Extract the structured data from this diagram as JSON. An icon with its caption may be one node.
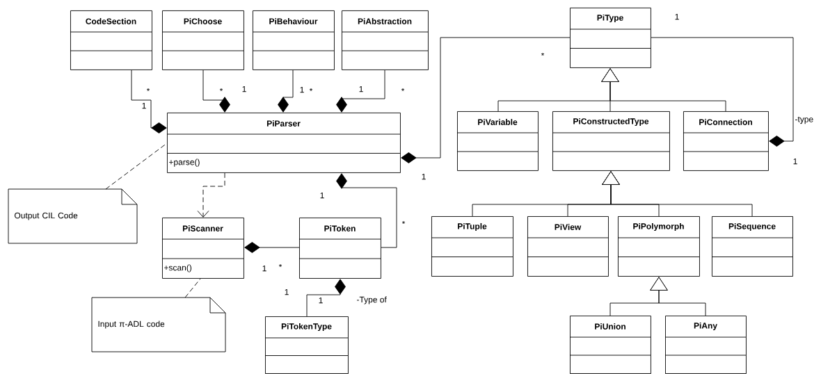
{
  "diagram": {
    "nodes": [
      {
        "text": [
          "CodeSection"
        ]
      },
      {
        "text": [
          "PiChoose"
        ]
      },
      {
        "text": [
          "PiBehaviour"
        ]
      },
      {
        "text": [
          "PiAbstraction"
        ]
      },
      {
        "text": [
          "PiType"
        ]
      },
      {
        "text": [
          "PiParser",
          "+parse()"
        ]
      },
      {
        "text": [
          "PiVariable"
        ]
      },
      {
        "text": [
          "PiConstructedType"
        ]
      },
      {
        "text": [
          "PiConnection"
        ]
      },
      {
        "text": [
          "Output CIL Code"
        ]
      },
      {
        "text": [
          "PiScanner",
          "+scan()"
        ]
      },
      {
        "text": [
          "PiToken"
        ]
      },
      {
        "text": [
          "PiTuple"
        ]
      },
      {
        "text": [
          "PiView"
        ]
      },
      {
        "text": [
          "PiPolymorph"
        ]
      },
      {
        "text": [
          "PiSequence"
        ]
      },
      {
        "text": [
          "Input π-ADL code"
        ]
      },
      {
        "text": [
          "PiTokenType"
        ]
      },
      {
        "text": [
          "PiUnion"
        ]
      },
      {
        "text": [
          "PiAny"
        ]
      }
    ],
    "edges": [
      {
        "from": 0,
        "to": 5,
        "arrow": "other"
      },
      {
        "from": 1,
        "to": 5,
        "arrow": "other"
      },
      {
        "from": 2,
        "to": 5,
        "arrow": "other"
      },
      {
        "from": 3,
        "to": 5,
        "arrow": "other"
      },
      {
        "from": 4,
        "to": 5,
        "arrow": "other"
      },
      {
        "from": 4,
        "to": 8,
        "arrow": "other"
      },
      {
        "from": 5,
        "to": 10,
        "arrow": "to",
        "style": "dashed"
      },
      {
        "from": 11,
        "to": 5,
        "arrow": "other"
      },
      {
        "from": 11,
        "to": 10,
        "arrow": "other"
      },
      {
        "from": 17,
        "to": 11,
        "arrow": "other"
      },
      {
        "from": 9,
        "to": 5,
        "arrow": "none",
        "style": "dashed"
      },
      {
        "from": 16,
        "to": 10,
        "arrow": "none",
        "style": "dashed"
      },
      {
        "from": 6,
        "to": 4,
        "arrow": "to"
      },
      {
        "from": 7,
        "to": 4,
        "arrow": "to"
      },
      {
        "from": 8,
        "to": 4,
        "arrow": "to"
      },
      {
        "from": 12,
        "to": 7,
        "arrow": "to"
      },
      {
        "from": 13,
        "to": 7,
        "arrow": "to"
      },
      {
        "from": 14,
        "to": 7,
        "arrow": "to"
      },
      {
        "from": 15,
        "to": 7,
        "arrow": "to"
      },
      {
        "from": 18,
        "to": 14,
        "arrow": "to"
      },
      {
        "from": 19,
        "to": 14,
        "arrow": "to"
      }
    ],
    "labels": [
      "*",
      "1",
      "*",
      "1",
      "1",
      "*",
      "1",
      "*",
      "*",
      "1",
      "1",
      "-type",
      "1",
      "1",
      "*",
      "1",
      "*",
      "1",
      "1",
      "-Type of"
    ]
  }
}
